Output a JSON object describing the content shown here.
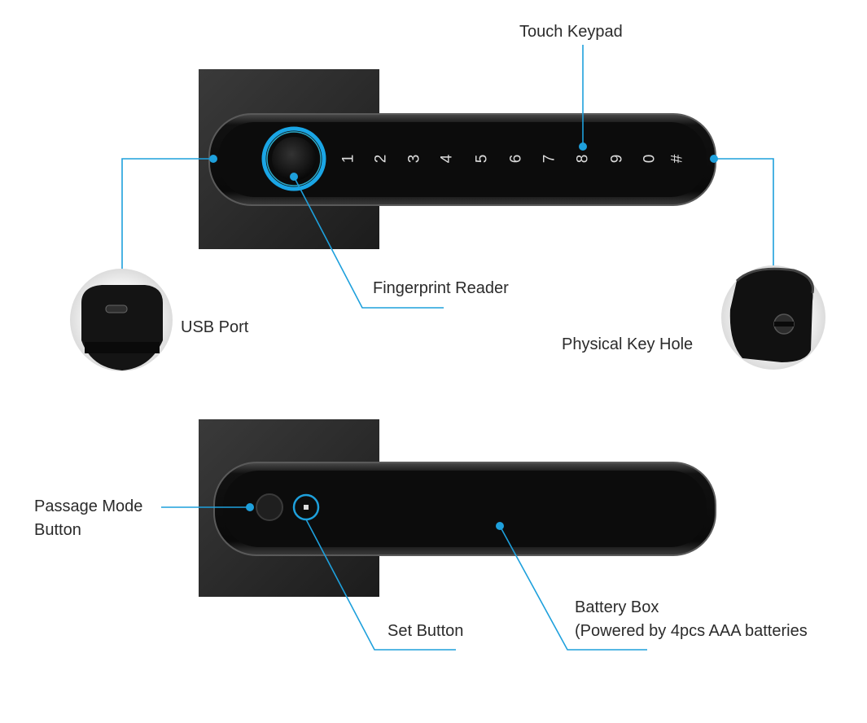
{
  "labels": {
    "touch_keypad": "Touch Keypad",
    "fingerprint_reader": "Fingerprint Reader",
    "usb_port": "USB Port",
    "physical_key_hole": "Physical Key Hole",
    "passage_mode_line1": "Passage Mode",
    "passage_mode_line2": "Button",
    "set_button": "Set Button",
    "battery_box_line1": "Battery Box",
    "battery_box_line2": "(Powered by 4pcs AAA batteries"
  },
  "keypad": {
    "keys": [
      "1",
      "2",
      "3",
      "4",
      "5",
      "6",
      "7",
      "8",
      "9",
      "0",
      "#"
    ]
  },
  "colors": {
    "callout": "#1ea0dc",
    "lock_body": "#0f0f0f",
    "plate": "#2a2a2a",
    "ring": "#18b8ee"
  }
}
